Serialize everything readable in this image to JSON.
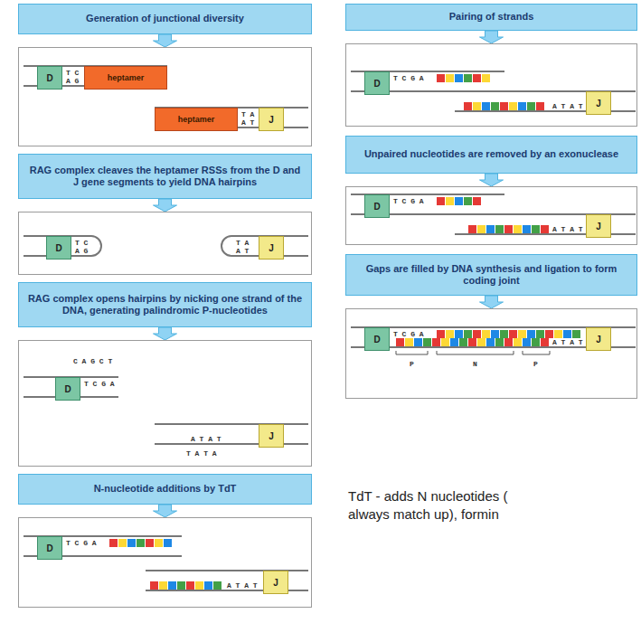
{
  "diagram": {
    "nodes": [
      {
        "text": [
          "Generation of junctional diversity"
        ]
      },
      {
        "text": [
          "T C",
          "A G",
          "T A",
          "A T"
        ]
      },
      {
        "text": [
          "D"
        ],
        "in": 1
      },
      {
        "text": [
          "heptamer"
        ],
        "in": 1
      },
      {
        "text": [
          "heptamer"
        ],
        "in": 1
      },
      {
        "text": [
          "J"
        ],
        "in": 1
      },
      {
        "text": [
          "RAG complex cleaves the heptamer RSSs from the D and J gene segments to yield DNA hairpins"
        ]
      },
      {
        "text": [
          "T C",
          "A G",
          "T A",
          "A T"
        ]
      },
      {
        "text": [
          "D"
        ],
        "in": 7
      },
      {
        "text": [
          "J"
        ],
        "in": 7
      },
      {
        "text": [
          "RAG complex opens hairpins by nicking one strand of the DNA, generating palindromic P-nucleotides"
        ]
      },
      {
        "text": [
          "C A G C T",
          "T C G A",
          "A T A T",
          "T A T A"
        ]
      },
      {
        "text": [
          "D"
        ],
        "in": 11
      },
      {
        "text": [
          "J"
        ],
        "in": 11
      },
      {
        "text": [
          "N-nucleotide additions by TdT"
        ]
      },
      {
        "text": [
          "T C G A",
          "A T A T"
        ]
      },
      {
        "text": [
          "D"
        ],
        "in": 15
      },
      {
        "text": [
          "J"
        ],
        "in": 15
      },
      {
        "text": [
          "Pairing of strands"
        ]
      },
      {
        "text": [
          "T C G A",
          "A T A T"
        ]
      },
      {
        "text": [
          "D"
        ],
        "in": 19
      },
      {
        "text": [
          "J"
        ],
        "in": 19
      },
      {
        "text": [
          "Unpaired nucleotides are removed by an exonuclease"
        ]
      },
      {
        "text": [
          "T C G A",
          "A T A T"
        ]
      },
      {
        "text": [
          "D"
        ],
        "in": 23
      },
      {
        "text": [
          "J"
        ],
        "in": 23
      },
      {
        "text": [
          "Gaps are filled by DNA synthesis and ligation to form coding joint"
        ]
      },
      {
        "text": [
          "T C G A",
          "A T A T",
          "P",
          "N",
          "P"
        ]
      },
      {
        "text": [
          "D"
        ],
        "in": 27
      },
      {
        "text": [
          "J"
        ],
        "in": 27
      }
    ],
    "edges": [
      {
        "from": 0,
        "to": 1,
        "arrow": "to"
      },
      {
        "from": 6,
        "to": 7,
        "arrow": "to"
      },
      {
        "from": 10,
        "to": 11,
        "arrow": "to"
      },
      {
        "from": 14,
        "to": 15,
        "arrow": "to"
      },
      {
        "from": 18,
        "to": 19,
        "arrow": "to"
      },
      {
        "from": 22,
        "to": 23,
        "arrow": "to"
      },
      {
        "from": 26,
        "to": 27,
        "arrow": "to"
      }
    ],
    "labels": [
      "TdT - adds N nucleotides (",
      "always match up), formin"
    ]
  }
}
